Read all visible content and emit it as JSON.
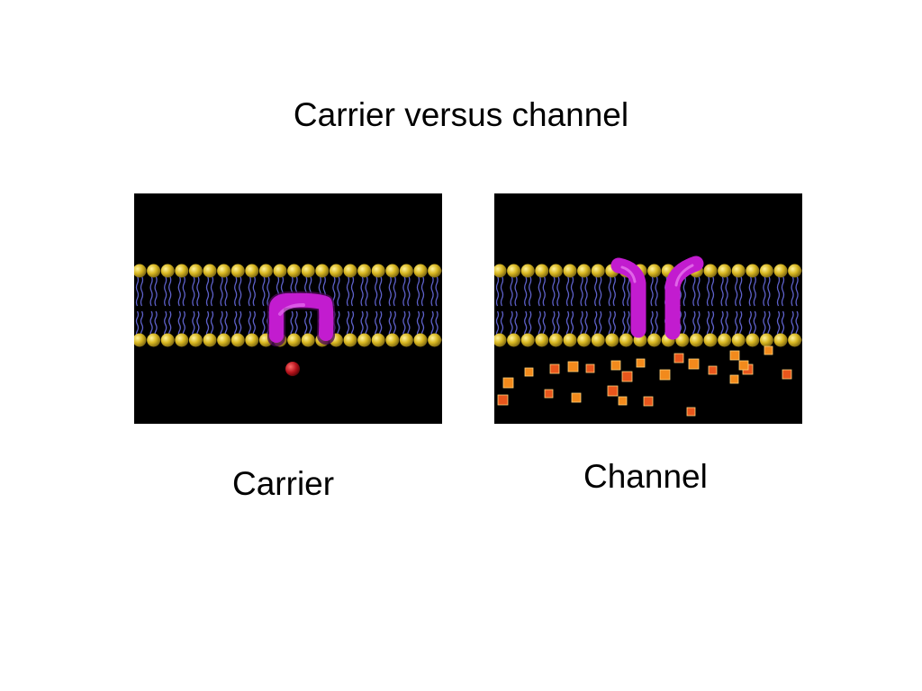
{
  "slide": {
    "title": "Carrier versus channel"
  },
  "panels": {
    "carrier": {
      "caption": "Carrier"
    },
    "channel": {
      "caption": "Channel"
    }
  },
  "colors": {
    "background": "#ffffff",
    "panel_background": "#000000",
    "lipid_head": "#d9b822",
    "lipid_tail": "#5e61c9",
    "protein": "#c21ccf",
    "ion_carrier": "#b5121b",
    "ions_channel": "#f06a1e"
  }
}
